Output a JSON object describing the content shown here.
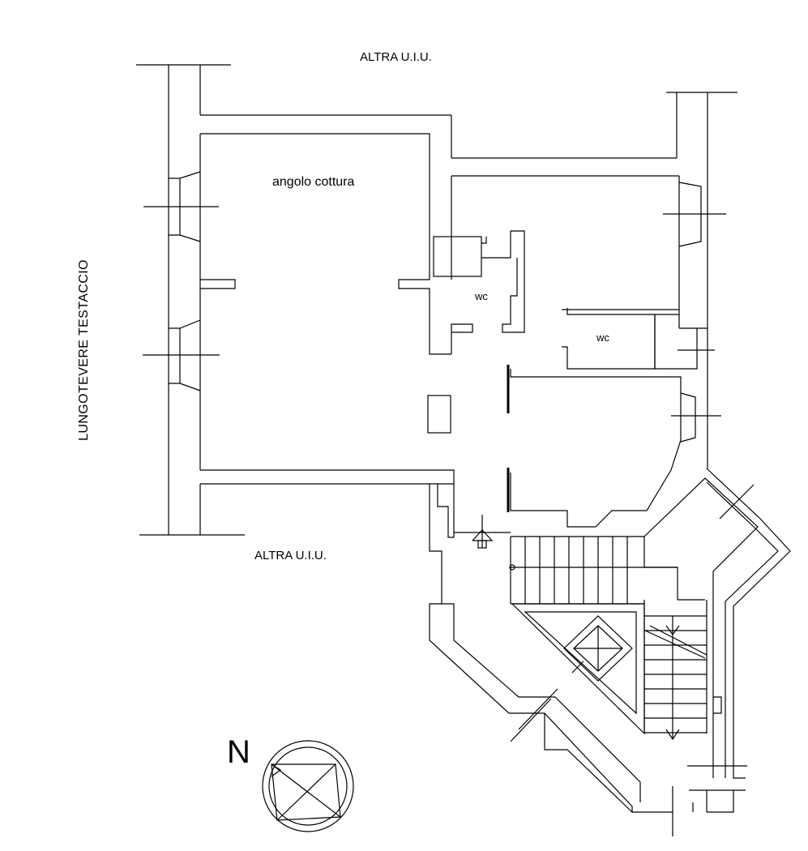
{
  "labels": {
    "top_unit": "ALTRA U.I.U.",
    "bottom_unit": "ALTRA U.I.U.",
    "kitchen": "angolo cottura",
    "wc_left": "wc",
    "wc_right": "wc",
    "street": "LUNGOTEVERE TESTACCIO",
    "north": "N"
  },
  "colors": {
    "line": "#000000",
    "background": "#ffffff"
  },
  "icons": {
    "compass": "north-compass-icon"
  }
}
